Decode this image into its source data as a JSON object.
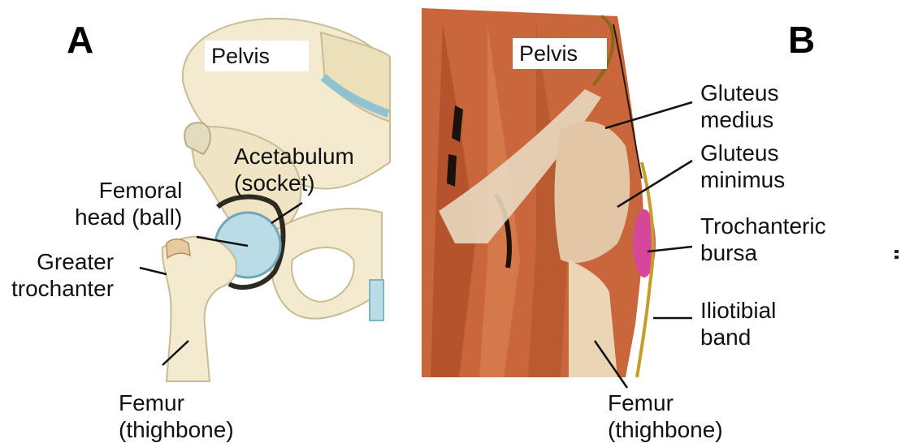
{
  "panel_a": {
    "letter": "A",
    "labels": {
      "pelvis": "Pelvis",
      "acetabulum": "Acetabulum\n(socket)",
      "femoral_head": "Femoral\nhead (ball)",
      "greater_trochanter": "Greater\ntrochanter",
      "femur": "Femur\n(thighbone)"
    }
  },
  "panel_b": {
    "letter": "B",
    "labels": {
      "pelvis": "Pelvis",
      "gluteus_medius": "Gluteus\nmedius",
      "gluteus_minimus": "Gluteus\nminimus",
      "trochanteric_bursa": "Trochanteric\nbursa",
      "iliotibial_band": "Iliotibial\nband",
      "femur": "Femur\n(thighbone)"
    }
  },
  "colors": {
    "bone": "#f3ead0",
    "bone_shadow": "#d9cfa8",
    "cartilage": "#b9dce6",
    "muscle": "#c9663c",
    "tendon": "#e8d8c0",
    "bursa": "#d6469a",
    "it_band": "#c89b2a"
  }
}
